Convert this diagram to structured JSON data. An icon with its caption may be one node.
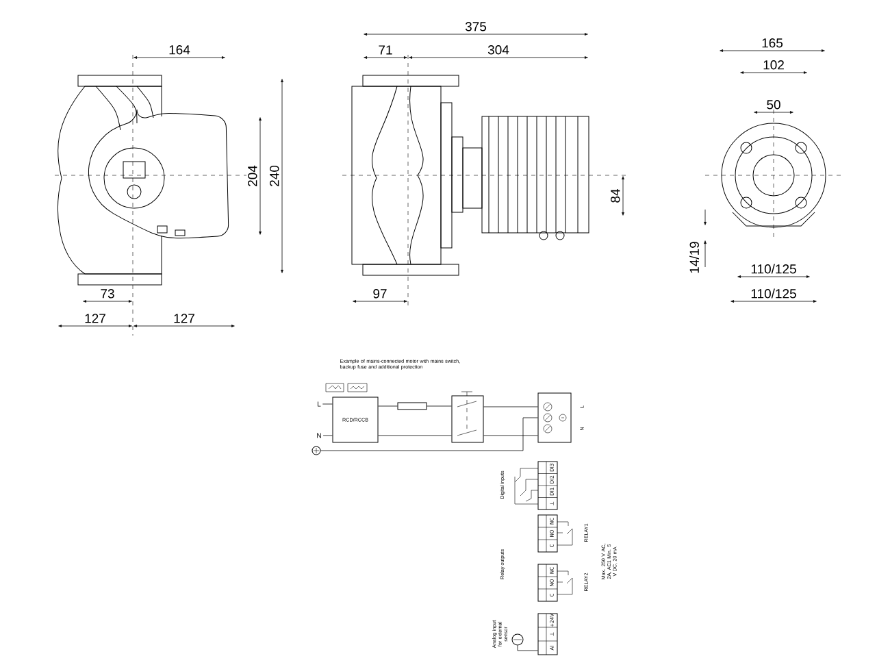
{
  "diagram": {
    "nodes": [
      {
        "text": [
          "L"
        ]
      },
      {
        "text": [
          "N"
        ]
      },
      {
        "text": [
          "RCD/RCCB"
        ]
      },
      {
        "text": [],
        "shape": "box"
      },
      {
        "text": [],
        "shape": "box"
      },
      {
        "text": [],
        "shape": "box",
        "beside": [
          "L",
          "N"
        ]
      },
      {
        "text": [
          "DI3",
          "DI2",
          "DI1",
          "⊥"
        ]
      },
      {
        "text": [
          "NC",
          "NO",
          "C"
        ]
      },
      {
        "text": [
          "NC",
          "NO",
          "C"
        ]
      },
      {
        "text": [
          "+24V",
          "⊥",
          "AI"
        ]
      },
      {
        "text": [],
        "shape": "circle"
      },
      {
        "text": [],
        "shape": "circle"
      }
    ],
    "edges": [
      {
        "from": 0,
        "to": 2,
        "arrow": "none"
      },
      {
        "from": 1,
        "to": 2,
        "arrow": "none"
      },
      {
        "from": 2,
        "to": 3,
        "arrow": "none"
      },
      {
        "from": 3,
        "to": 4,
        "arrow": "none"
      },
      {
        "from": 2,
        "to": 4,
        "arrow": "none"
      },
      {
        "from": 4,
        "to": 5,
        "arrow": "none"
      },
      {
        "from": 4,
        "to": 5,
        "arrow": "none"
      },
      {
        "from": 11,
        "to": 5,
        "arrow": "none"
      },
      {
        "from": 10,
        "to": 9,
        "arrow": "none"
      }
    ],
    "labels": [
      "375",
      "164",
      "71",
      "304",
      "165",
      "102",
      "50",
      "204",
      "240",
      "84",
      "73",
      "97",
      "14/19",
      "110/125",
      "127",
      "127",
      "110/125",
      "Example of mains-connected motor with mains switch, backup fuse and additional protection",
      "Digital inputs",
      "RELAY1",
      "Relay outputs",
      "Max. 250 V AC, 2A, AC1 Min. 5 V DC, 20 mA",
      "RELAY2",
      "Analog input for external sensor"
    ]
  }
}
